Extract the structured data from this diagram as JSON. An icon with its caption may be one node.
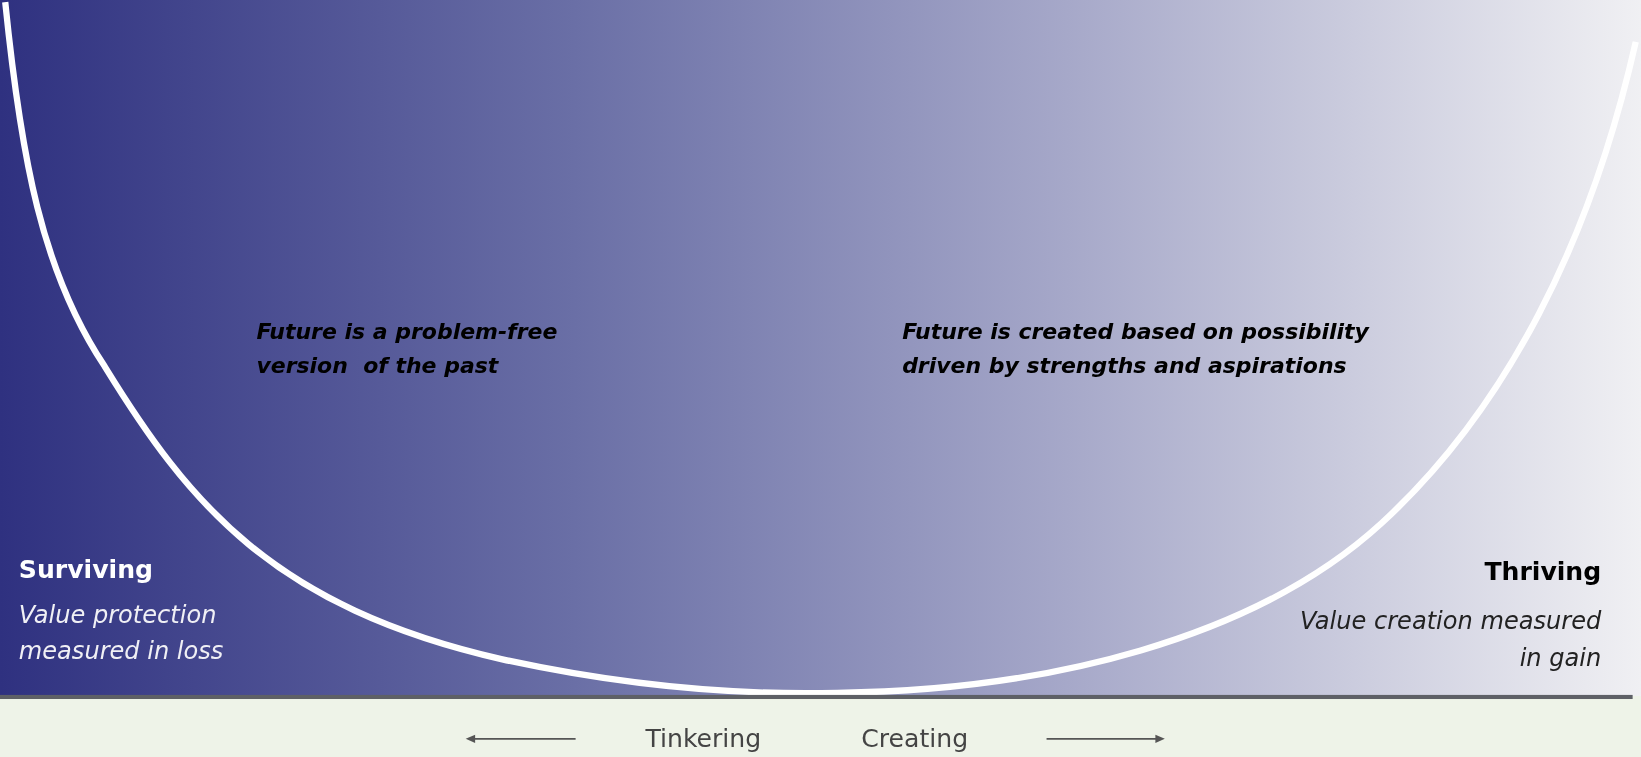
{
  "diagram": {
    "labels": [
      "Future is a problem-free version  of the past",
      "Future is created based on possibility driven by strengths and aspirations",
      "Surviving",
      "Value protection measured in loss",
      "Thriving",
      "Value creation measured in gain",
      "Tinkering",
      "Creating"
    ]
  }
}
